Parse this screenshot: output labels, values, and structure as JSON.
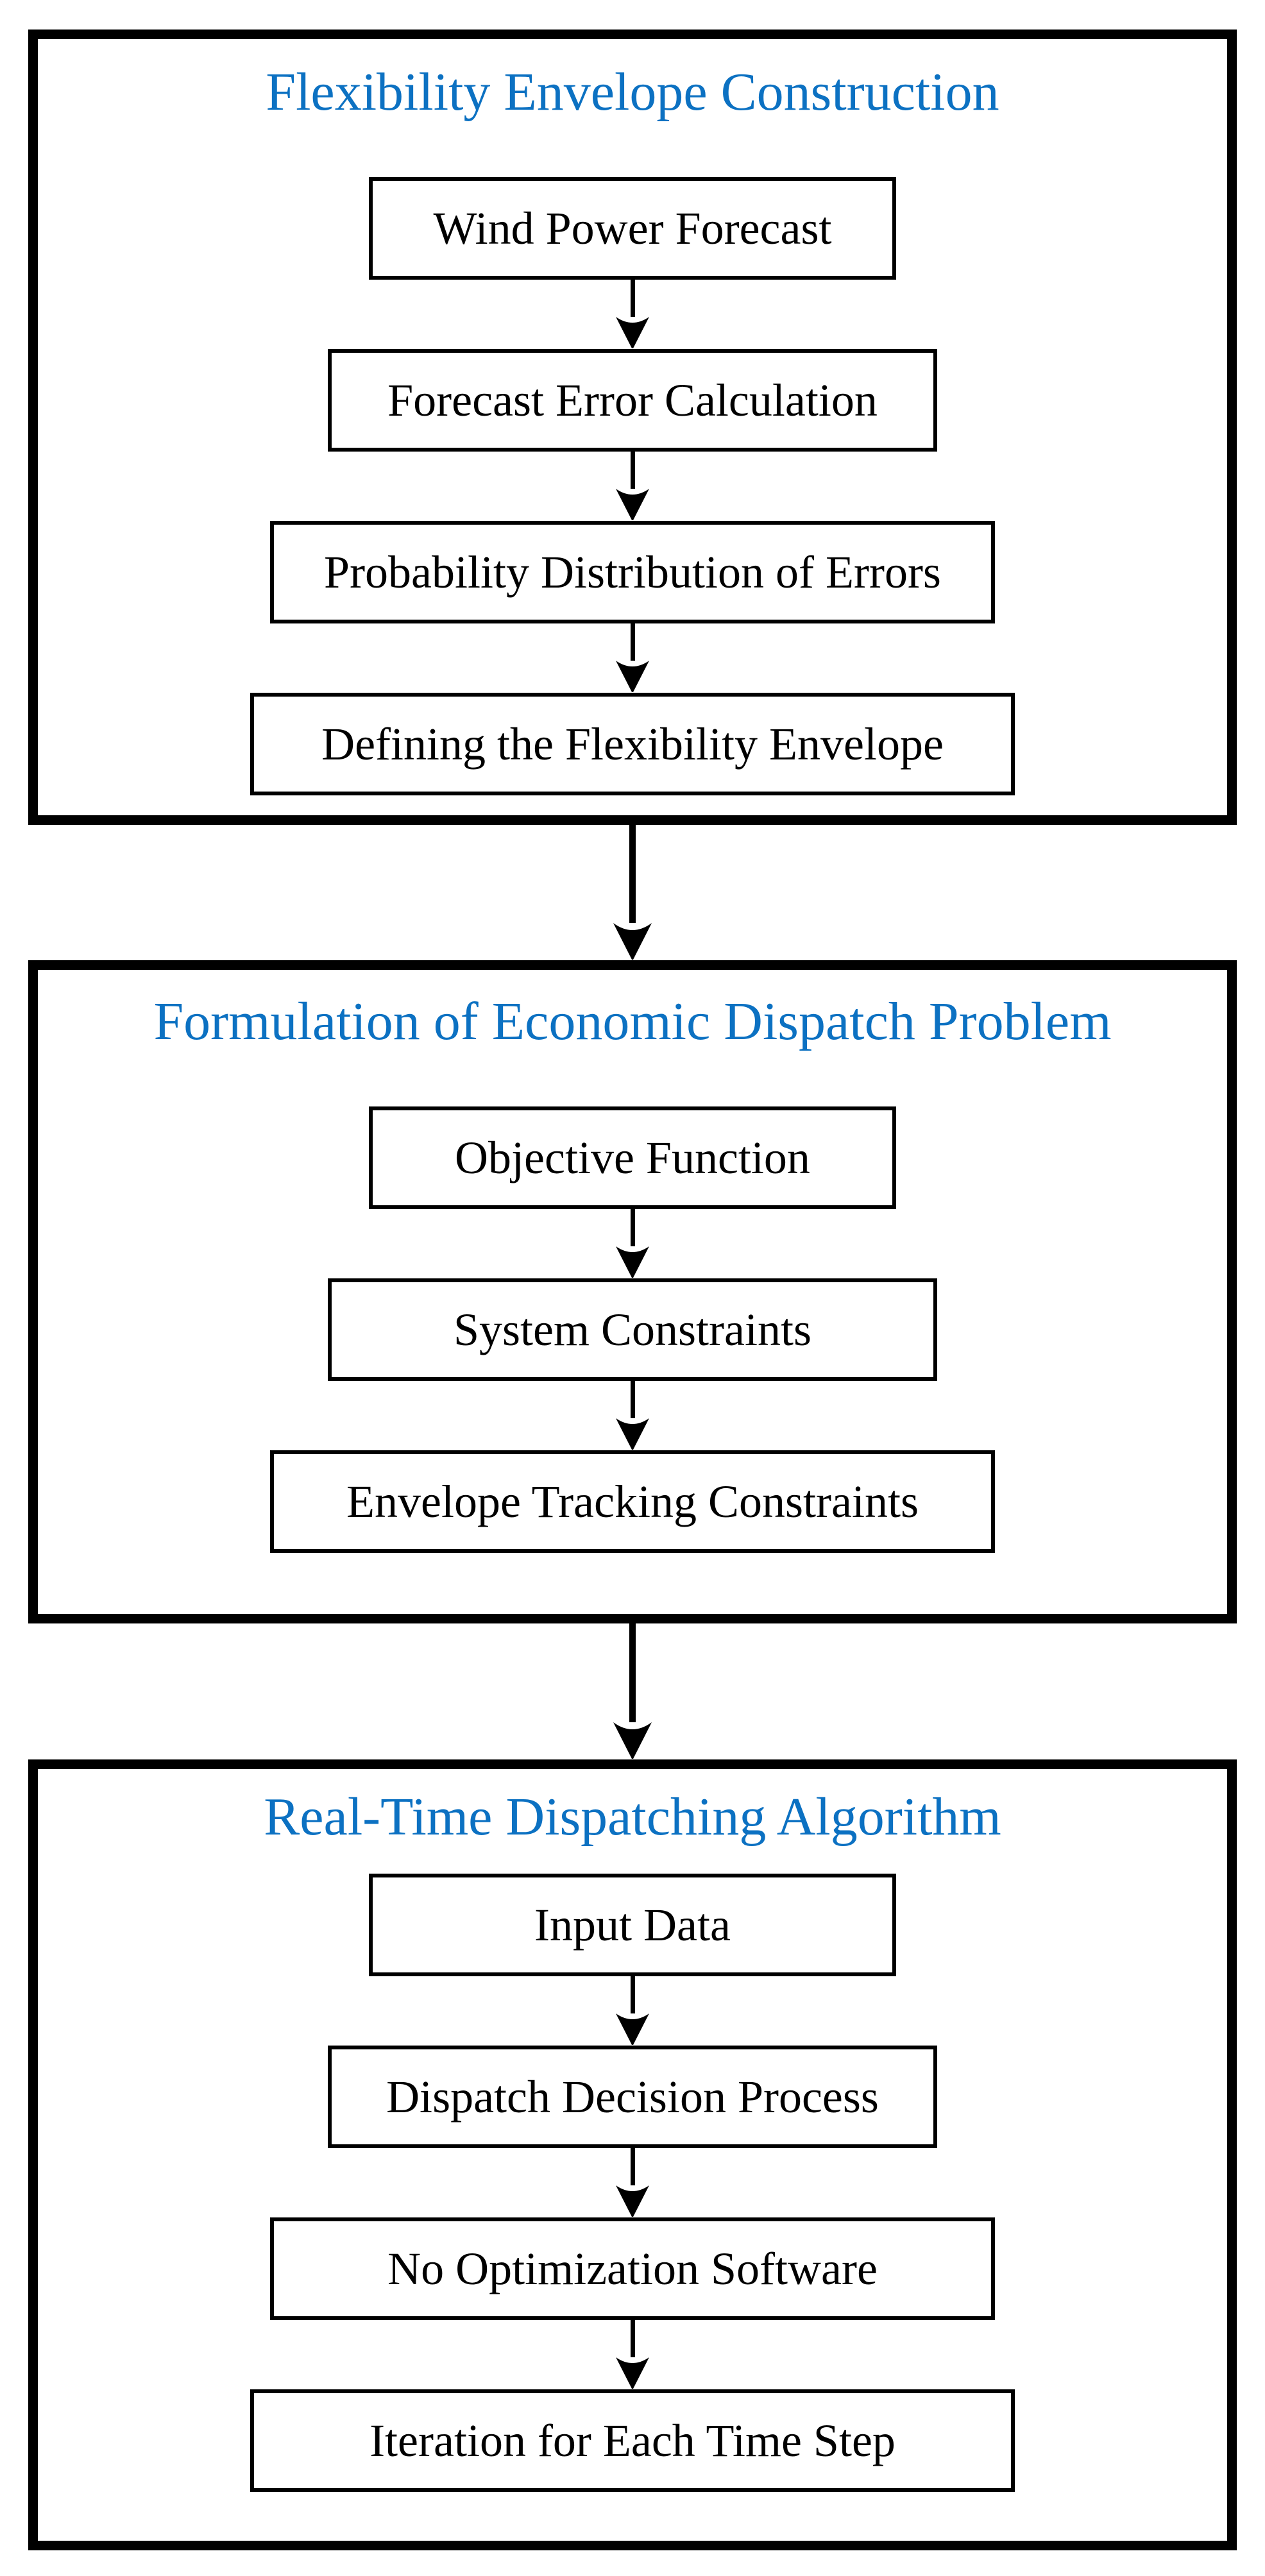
{
  "diagram": {
    "background": "#FFFFFF",
    "line_color": "#000000",
    "title_color": "#0C71C2",
    "sections": [
      {
        "title": "Flexibility Envelope Construction",
        "boxes": [
          "Wind Power Forecast",
          "Forecast Error Calculation",
          "Probability Distribution of Errors",
          "Defining the Flexibility Envelope"
        ]
      },
      {
        "title": "Formulation of Economic Dispatch Problem",
        "boxes": [
          "Objective Function",
          "System Constraints",
          "Envelope Tracking Constraints"
        ]
      },
      {
        "title": "Real-Time Dispatching Algorithm",
        "boxes": [
          "Input Data",
          "Dispatch Decision Process",
          "No Optimization Software",
          "Iteration for Each Time Step"
        ]
      }
    ]
  }
}
